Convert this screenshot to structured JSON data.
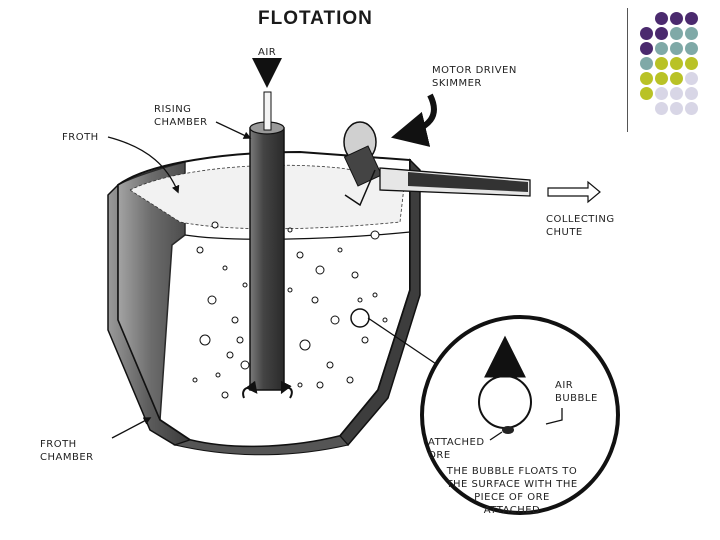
{
  "title": "FLOTATION",
  "labels": {
    "air": "AIR",
    "rising_chamber": [
      "RISING",
      "CHAMBER"
    ],
    "froth": "FROTH",
    "motor_skimmer": [
      "MOTOR DRIVEN",
      "SKIMMER"
    ],
    "collecting_chute": [
      "COLLECTING",
      "CHUTE"
    ],
    "froth_chamber": [
      "FROTH",
      "CHAMBER"
    ],
    "air_bubble": [
      "AIR",
      "BUBBLE"
    ],
    "attached_ore": [
      "ATTACHED",
      "ORE"
    ],
    "bubble_caption": [
      "THE BUBBLE FLOATS TO",
      "THE SURFACE WITH THE",
      "PIECE OF  ORE",
      "ATTACHED"
    ]
  },
  "colors": {
    "purple": "#4b2a6e",
    "teal": "#7fa9a7",
    "olive": "#b9c226",
    "lavender": "#d8d6e6",
    "ink": "#1a1a1a"
  },
  "dot_grid": [
    [
      "purple",
      "purple",
      "purple"
    ],
    [
      "purple",
      "purple",
      "teal",
      "teal"
    ],
    [
      "purple",
      "teal",
      "teal",
      "teal"
    ],
    [
      "teal",
      "olive",
      "olive",
      "olive"
    ],
    [
      "olive",
      "olive",
      "olive",
      "lavender"
    ],
    [
      "olive",
      "lavender",
      "lavender",
      "lavender"
    ],
    [
      "lavender",
      "lavender",
      "lavender"
    ]
  ]
}
